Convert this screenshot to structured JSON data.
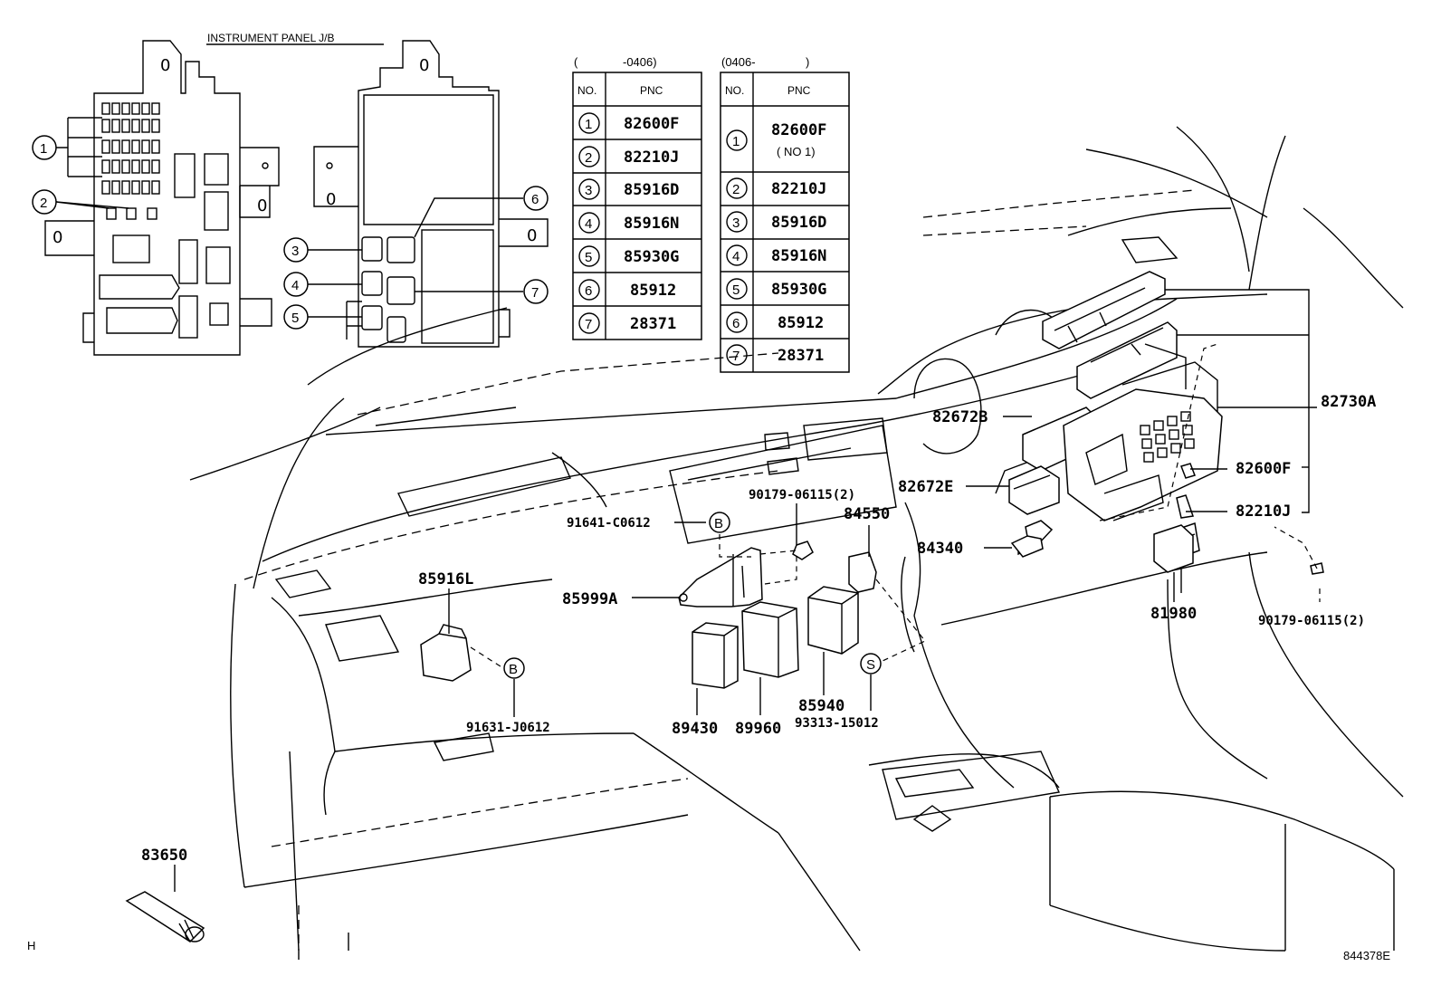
{
  "title": "INSTRUMENT PANEL J/B",
  "footer_left": "H",
  "figure_id": "844378E",
  "table_old": {
    "range": [
      "(",
      "-0406)"
    ],
    "headers": [
      "NO.",
      "PNC"
    ],
    "rows": [
      {
        "no": "1",
        "pnc": "82600F"
      },
      {
        "no": "2",
        "pnc": "82210J"
      },
      {
        "no": "3",
        "pnc": "85916D"
      },
      {
        "no": "4",
        "pnc": "85916N"
      },
      {
        "no": "5",
        "pnc": "85930G"
      },
      {
        "no": "6",
        "pnc": "85912"
      },
      {
        "no": "7",
        "pnc": "28371"
      }
    ]
  },
  "table_new": {
    "range": [
      "(0406-",
      ")"
    ],
    "headers": [
      "NO.",
      "PNC"
    ],
    "rows": [
      {
        "no": "1",
        "pnc": "82600F",
        "note": "( NO 1)"
      },
      {
        "no": "2",
        "pnc": "82210J"
      },
      {
        "no": "3",
        "pnc": "85916D"
      },
      {
        "no": "4",
        "pnc": "85916N"
      },
      {
        "no": "5",
        "pnc": "85930G"
      },
      {
        "no": "6",
        "pnc": "85912"
      },
      {
        "no": "7",
        "pnc": "28371"
      }
    ]
  },
  "jb_callouts": [
    "1",
    "2",
    "3",
    "4",
    "5",
    "6",
    "7"
  ],
  "part_labels": {
    "p82730A": "82730A",
    "p82672B": "82672B",
    "p82672E": "82672E",
    "p82600F": "82600F",
    "p82210J": "82210J",
    "p84550": "84550",
    "p84340": "84340",
    "p90179_a": "90179-06115(2)",
    "p90179_b": "90179-06115(2)",
    "p91641": "91641-C0612",
    "p85999A": "85999A",
    "p85916L": "85916L",
    "p91631": "91631-J0612",
    "p89430": "89430",
    "p89960": "89960",
    "p85940": "85940",
    "p93313": "93313-15012",
    "p81980": "81980",
    "p83650": "83650"
  },
  "markers": {
    "b": "B",
    "s": "S"
  }
}
